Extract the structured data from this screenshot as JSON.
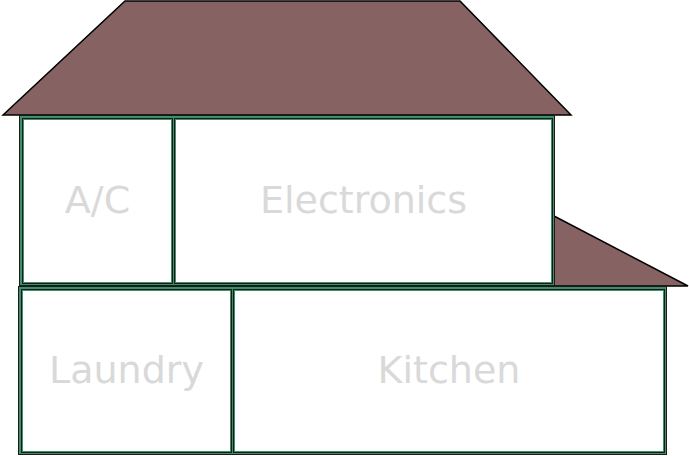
{
  "diagram": {
    "nodes": [
      {
        "text": [
          "A/C"
        ]
      },
      {
        "text": [
          "Electronics"
        ]
      },
      {
        "text": [
          "Laundry"
        ]
      },
      {
        "text": [
          "Kitchen"
        ]
      }
    ]
  }
}
